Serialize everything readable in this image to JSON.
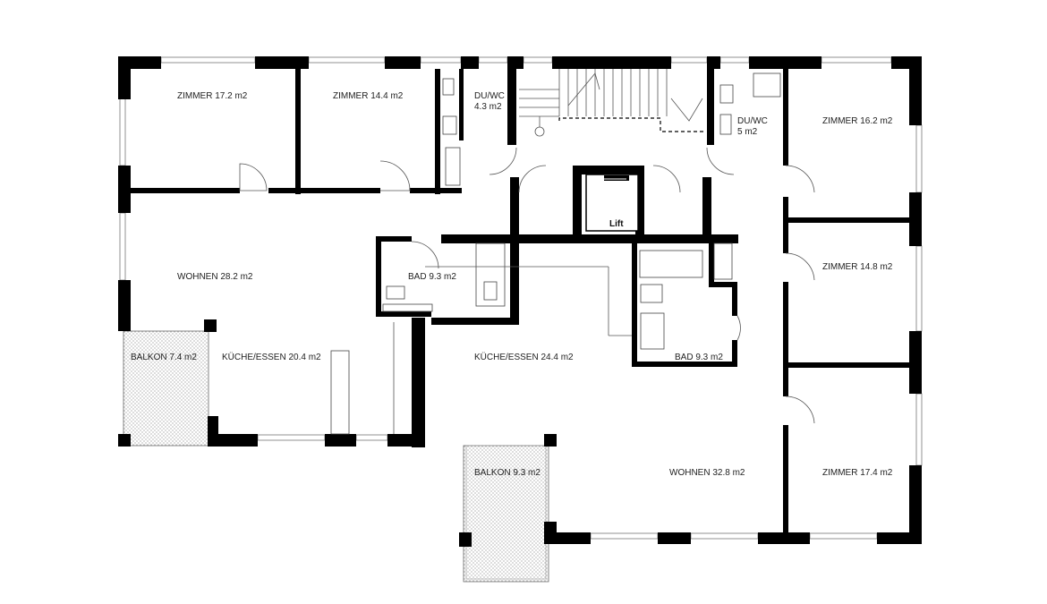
{
  "rooms": {
    "zimmer_a": {
      "name": "ZIMMER",
      "area": "17.2 m2"
    },
    "zimmer_b": {
      "name": "ZIMMER",
      "area": "14.4 m2"
    },
    "duwc_left": {
      "name": "DU/WC",
      "area": "4.3 m2"
    },
    "duwc_right": {
      "name": "DU/WC",
      "area": "5 m2"
    },
    "zimmer_c": {
      "name": "ZIMMER",
      "area": "16.2 m2"
    },
    "zimmer_d": {
      "name": "ZIMMER",
      "area": "14.8 m2"
    },
    "zimmer_e": {
      "name": "ZIMMER",
      "area": "17.4 m2"
    },
    "wohnen_left": {
      "name": "WOHNEN",
      "area": "28.2 m2"
    },
    "bad_left": {
      "name": "BAD",
      "area": "9.3 m2"
    },
    "bad_right": {
      "name": "BAD",
      "area": "9.3 m2"
    },
    "balkon_left": {
      "name": "BALKON",
      "area": "7.4 m2"
    },
    "kueche_left": {
      "name": "KÜCHE/ESSEN",
      "area": "20.4 m2"
    },
    "kueche_right": {
      "name": "KÜCHE/ESSEN",
      "area": "24.4 m2"
    },
    "wohnen_right": {
      "name": "WOHNEN",
      "area": "32.8 m2"
    },
    "balkon_right": {
      "name": "BALKON",
      "area": "9.3 m2"
    }
  },
  "lift_label": "Lift"
}
